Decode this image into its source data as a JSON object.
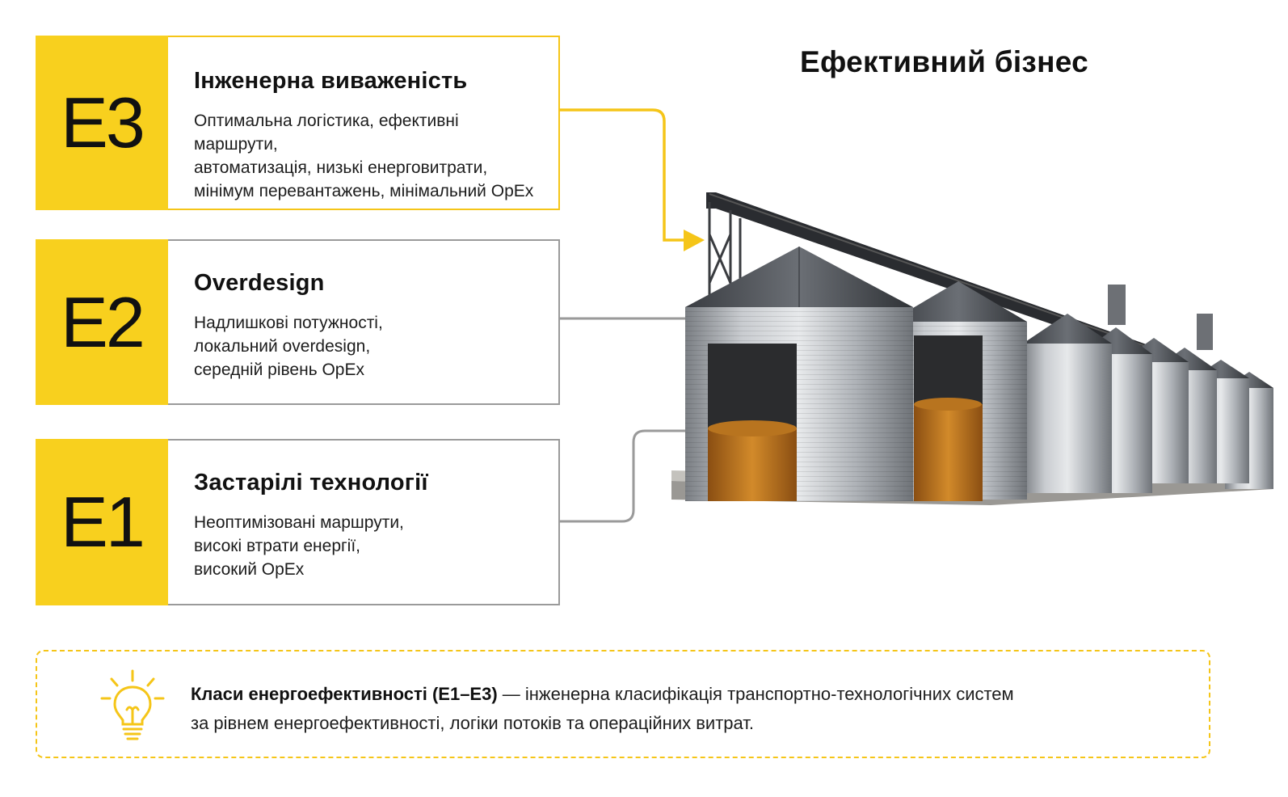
{
  "heading": "Ефективний бізнес",
  "cards": [
    {
      "code": "E3",
      "title": "Інженерна виваженість",
      "lines": [
        "Оптимальна логістика, ефективні маршрути,",
        "автоматизація, низькі енерговитрати,",
        "мінімум перевантажень, мінімальний OpEx"
      ],
      "border_color": "#f5c518"
    },
    {
      "code": "E2",
      "title": "Overdesign",
      "lines": [
        "Надлишкові потужності,",
        "локальний overdesign,",
        "середній рівень OpEx"
      ],
      "border_color": "#9a9a9a"
    },
    {
      "code": "E1",
      "title": "Застарілі технології",
      "lines": [
        "Неоптимізовані маршрути,",
        "високі втрати енергії,",
        "високий OpEx"
      ],
      "border_color": "#9a9a9a"
    }
  ],
  "note": {
    "bold": "Класи енергоефективності (E1–E3)",
    "rest": " — інженерна класифікація транспортно-технологічних систем",
    "line2": "за рівнем енергоефективності, логіки потоків та операційних витрат.",
    "icon": "lightbulb-icon"
  },
  "colors": {
    "accent": "#f8d01e",
    "border_grey": "#9a9a9a",
    "grain": "#c8781c"
  }
}
